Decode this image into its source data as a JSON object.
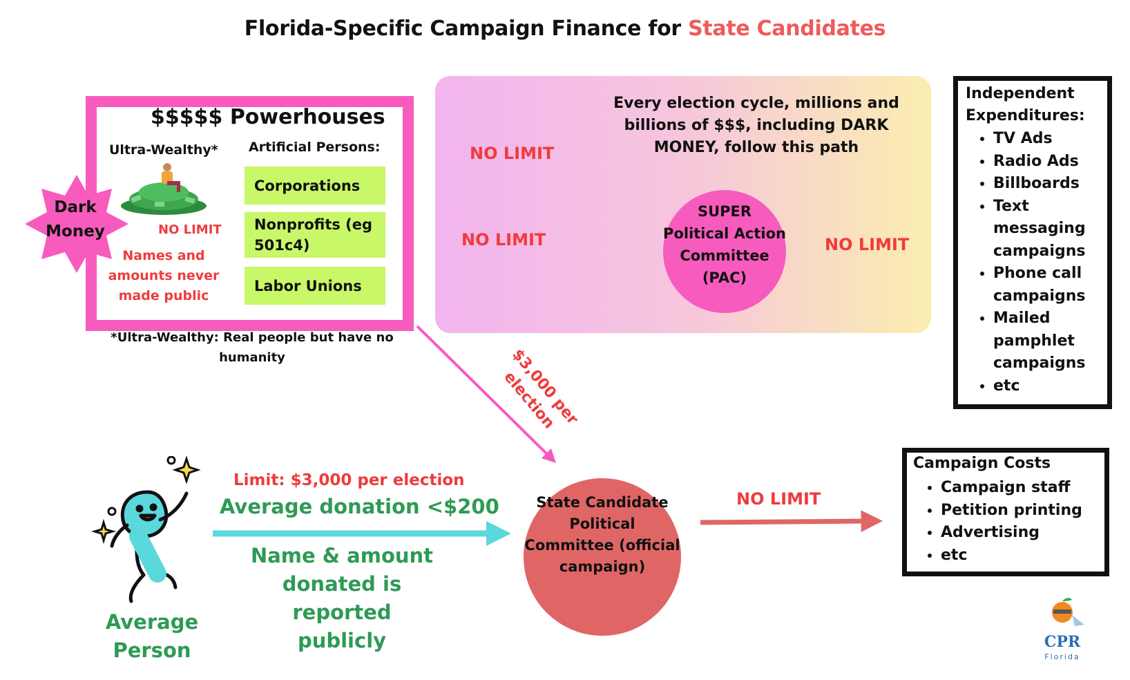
{
  "title": {
    "prefix": "Florida-Specific Campaign Finance for ",
    "highlight": "State Candidates"
  },
  "powerhouses": {
    "heading": "$$$$$ Powerhouses",
    "ultra_wealthy_label": "Ultra-Wealthy*",
    "artificial_persons_label": "Artificial Persons:",
    "entities": [
      "Corporations",
      "Nonprofits (eg 501c4)",
      "Labor Unions"
    ],
    "no_limit": "NO LIMIT",
    "secrecy_note": "Names and amounts never made public",
    "footnote": "*Ultra-Wealthy: Real people but have no humanity"
  },
  "dark_money": {
    "label": "Dark Money"
  },
  "flow_panel": {
    "description": "Every election cycle, millions and billions of $$$, including DARK MONEY, follow this path",
    "top_no_limit": "NO LIMIT",
    "mid_no_limit": "NO LIMIT",
    "right_no_limit": "NO LIMIT",
    "super_pac": "SUPER Political Action Committee (PAC)"
  },
  "independent_expenditures": {
    "title": "Independent Expenditures:",
    "items": [
      "TV Ads",
      "Radio Ads",
      "Billboards",
      "Text messaging campaigns",
      "Phone call campaigns",
      "Mailed pamphlet campaigns",
      "etc"
    ]
  },
  "diagonal_limit": "$3,000 per election",
  "average_person": {
    "label": "Average Person",
    "limit": "Limit: $3,000 per election",
    "average_donation": "Average donation <$200",
    "reported": "Name & amount donated is reported publicly"
  },
  "state_committee": {
    "label": "State Candidate Political Committee (official campaign)",
    "no_limit": "NO LIMIT"
  },
  "campaign_costs": {
    "title": "Campaign Costs",
    "items": [
      "Campaign staff",
      "Petition printing",
      "Advertising",
      "etc"
    ]
  },
  "logo": {
    "text": "CPR",
    "subtext": "Florida"
  },
  "colors": {
    "pink": "#f75bbd",
    "red_text": "#ef3b3b",
    "green_text": "#2e9a55",
    "lime": "#c8f768",
    "cyan_arrow": "#5ad8dc",
    "salmon": "#e06666"
  }
}
